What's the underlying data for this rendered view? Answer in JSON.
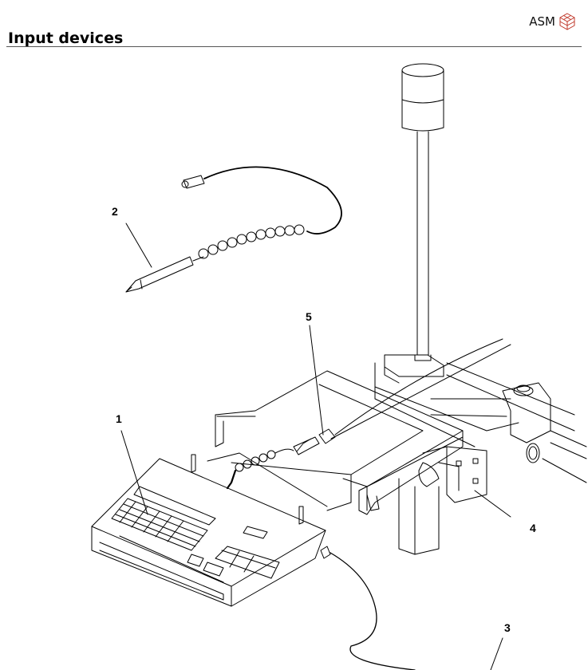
{
  "header": {
    "title": "Input devices",
    "brand": "ASM",
    "brand_logo_icon": "asm-cube-logo-icon"
  },
  "figure": {
    "callouts": [
      "1",
      "2",
      "3",
      "4",
      "5"
    ],
    "parts": {
      "keyboard": "keyboard-icon",
      "light_pen": "light-pen-icon",
      "signal_tower": "signal-tower-icon",
      "mounting_bracket": "mounting-bracket-icon",
      "cable_connector": "cable-connector-icon"
    }
  }
}
